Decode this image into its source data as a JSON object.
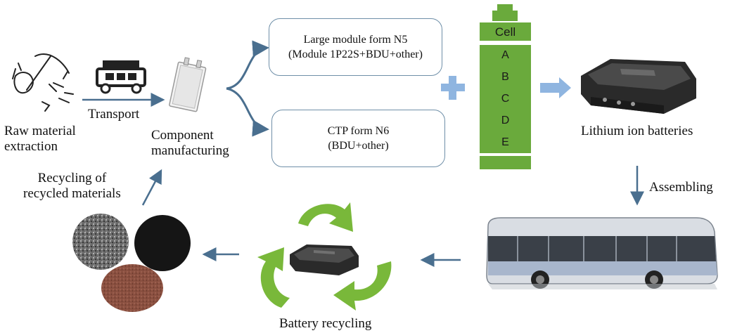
{
  "labels": {
    "raw_line1": "Raw material",
    "raw_line2": "extraction",
    "transport": "Transport",
    "component_line1": "Component",
    "component_line2": "manufacturing",
    "recycling_materials_line1": "Recycling of",
    "recycling_materials_line2": "recycled materials",
    "lithium": "Lithium ion batteries",
    "assembling": "Assembling",
    "battery_recycling": "Battery recycling"
  },
  "boxes": {
    "n5_line1": "Large module form N5",
    "n5_line2": "(Module 1P22S+BDU+other)",
    "n6_line1": "CTP form N6",
    "n6_line2": "(BDU+other)"
  },
  "cell": {
    "title": "Cell",
    "letters": [
      "A",
      "B",
      "C",
      "D",
      "E"
    ]
  },
  "colors": {
    "arrow": "#4a6f8f",
    "cell_green": "#6aaa3c",
    "plus_blue": "#8fb5e0",
    "recycle_green": "#79b83a"
  },
  "icons": [
    "pickaxe-icon",
    "truck-icon",
    "pouch-cell-icon",
    "battery-pack-icon",
    "bus-icon",
    "recycle-arrows-icon",
    "material-samples-icon"
  ]
}
